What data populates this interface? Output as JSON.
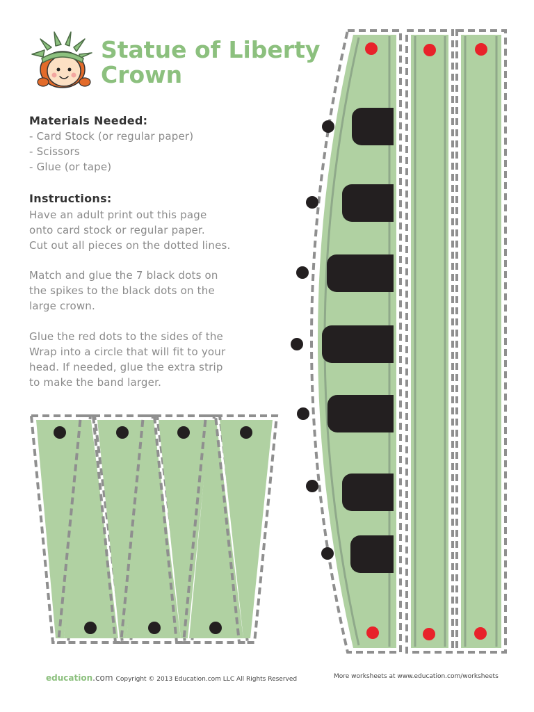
{
  "header": {
    "title_line1": "Statue of Liberty",
    "title_line2": "Crown"
  },
  "materials": {
    "heading": "Materials Needed:",
    "items": [
      "- Card Stock (or regular paper)",
      "- Scissors",
      "- Glue (or tape)"
    ]
  },
  "instructions": {
    "heading": "Instructions:",
    "paragraphs": [
      "Have an adult print out this page\nonto card stock or regular paper.\nCut out all pieces on the dotted lines.",
      "Match and glue the 7 black dots on\nthe spikes to the black dots on the\nlarge crown.",
      "Glue the red dots to the sides of the\nWrap into a circle that will fit to your\nhead. If needed, glue the extra strip\nto make the band larger."
    ]
  },
  "footer": {
    "logo_main": "education",
    "logo_suffix": ".com",
    "copyright": "Copyright © 2013 Education.com LLC All Rights Reserved",
    "more": "More worksheets at www.education.com/worksheets"
  },
  "colors": {
    "green_fill": "#b0d1a2",
    "green_stroke": "#8fa98a",
    "title_green": "#8cc07e",
    "red_dot": "#e8222a",
    "black": "#231f20",
    "dash_gray": "#8f8f8f"
  }
}
